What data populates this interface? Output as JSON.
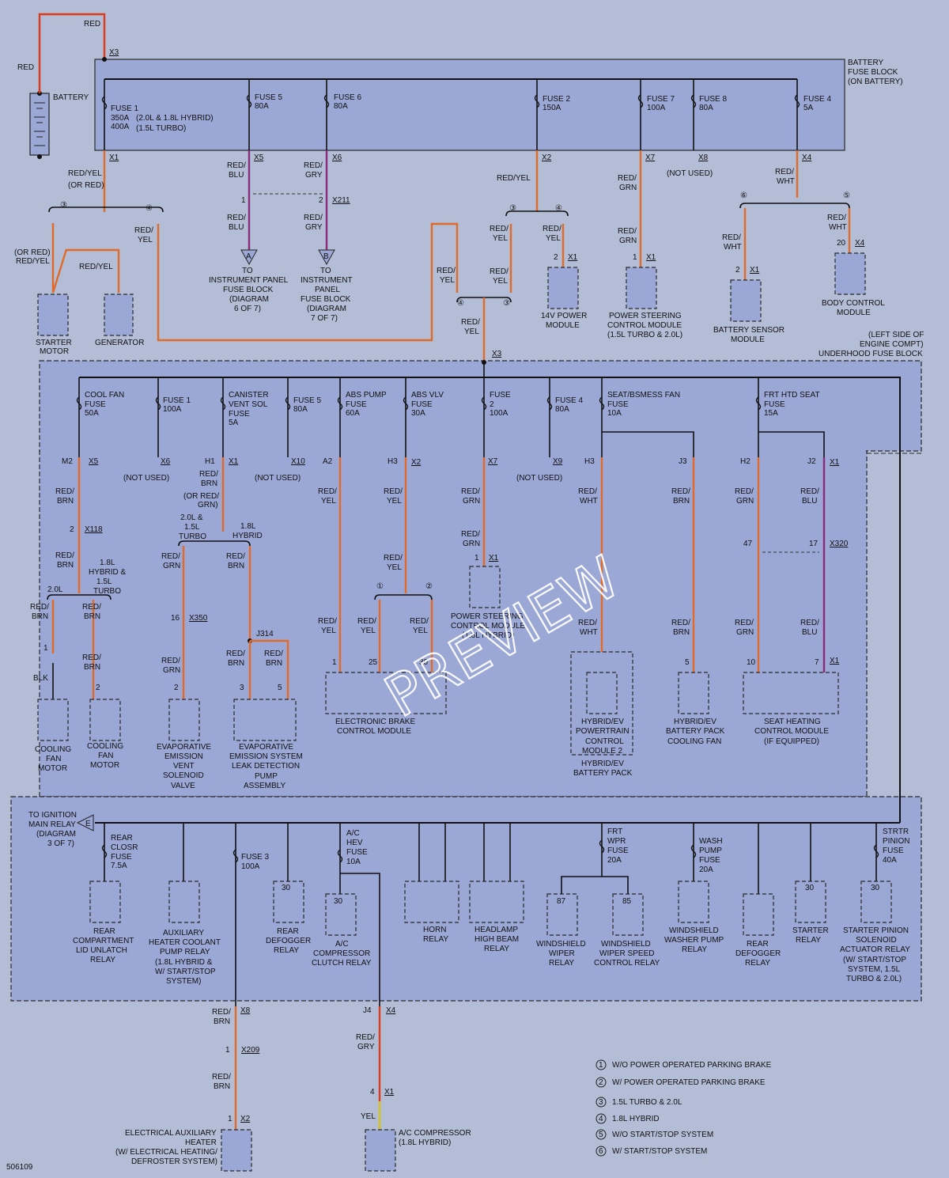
{
  "diagram": {
    "id": "506109",
    "battery_fuse_block": {
      "title": [
        "BATTERY",
        "FUSE BLOCK",
        "(ON BATTERY)"
      ],
      "connector_top": "X3",
      "fuses": [
        {
          "name": "FUSE 1",
          "lines": [
            "350A",
            "400A"
          ],
          "notes": [
            "(2.0L & 1.8L HYBRID)",
            "(1.5L TURBO)"
          ],
          "conn": "X1"
        },
        {
          "name": "FUSE 5",
          "lines": [
            "80A"
          ],
          "conn": "X5"
        },
        {
          "name": "FUSE 6",
          "lines": [
            "80A"
          ],
          "conn": "X6"
        },
        {
          "name": "FUSE 2",
          "lines": [
            "150A"
          ],
          "conn": "X2"
        },
        {
          "name": "FUSE 7",
          "lines": [
            "100A"
          ],
          "conn": "X7"
        },
        {
          "name": "FUSE 8",
          "lines": [
            "80A"
          ],
          "conn": "X8"
        },
        {
          "name": "FUSE 4",
          "lines": [
            "5A"
          ],
          "conn": "X4"
        }
      ]
    },
    "battery_label": "BATTERY",
    "wire_red": "RED",
    "not_used": "(NOT USED)",
    "top_section": {
      "redyel_orred": [
        "RED/YEL",
        "(OR RED)"
      ],
      "orred_redyel": [
        "(OR RED)",
        "RED/YEL"
      ],
      "redyel": [
        "RED/YEL"
      ],
      "red_yel_2line": [
        "RED/",
        "YEL"
      ],
      "red_blu": [
        "RED/",
        "BLU"
      ],
      "red_gry": [
        "RED/",
        "GRY"
      ],
      "red_grn": [
        "RED/",
        "GRN"
      ],
      "red_wht": [
        "RED/",
        "WHT"
      ],
      "starter_motor": [
        "STARTER",
        "MOTOR"
      ],
      "generator": [
        "GENERATOR"
      ],
      "ip_fuse_block_6": [
        "TO",
        "INSTRUMENT PANEL",
        "FUSE BLOCK",
        "(DIAGRAM",
        "6 OF 7)"
      ],
      "ip_fuse_block_7": [
        "TO",
        "INSTRUMENT",
        "PANEL",
        "FUSE BLOCK",
        "(DIAGRAM",
        "7 OF 7)"
      ],
      "arrow_a": "A",
      "arrow_b": "B",
      "x211": "X211",
      "power_module_14v": [
        "14V POWER",
        "MODULE"
      ],
      "power_steering_module": [
        "POWER STEERING",
        "CONTROL MODULE",
        "(1.5L TURBO & 2.0L)"
      ],
      "battery_sensor": [
        "BATTERY SENSOR",
        "MODULE"
      ],
      "body_control": [
        "BODY CONTROL",
        "MODULE"
      ],
      "underhood_title": [
        "(LEFT SIDE OF",
        "ENGINE COMPT)",
        "UNDERHOOD FUSE BLOCK"
      ]
    },
    "underhood_fuses": [
      {
        "lines": [
          "COOL FAN",
          "FUSE",
          "50A"
        ],
        "conn": "X5",
        "pin": "M2"
      },
      {
        "lines": [
          "FUSE 1",
          "100A"
        ],
        "conn": "X6",
        "pin": ""
      },
      {
        "lines": [
          "CANISTER",
          "VENT SOL",
          "FUSE",
          "5A"
        ],
        "conn": "X1",
        "pin": "H1"
      },
      {
        "lines": [
          "FUSE 5",
          "80A"
        ],
        "conn": "X10",
        "pin": ""
      },
      {
        "lines": [
          "ABS PUMP",
          "FUSE",
          "60A"
        ],
        "conn": "",
        "pin": "A2"
      },
      {
        "lines": [
          "ABS VLV",
          "FUSE",
          "30A"
        ],
        "conn": "X2",
        "pin": "H3"
      },
      {
        "lines": [
          "FUSE",
          "2",
          "100A"
        ],
        "conn": "X7",
        "pin": ""
      },
      {
        "lines": [
          "FUSE 4",
          "80A"
        ],
        "conn": "X9",
        "pin": ""
      },
      {
        "lines": [
          "SEAT/BSMESS FAN",
          "FUSE",
          "10A"
        ],
        "conn": "",
        "pin": "H3"
      },
      {
        "lines": [
          "FRT HTD SEAT",
          "FUSE",
          "15A"
        ],
        "conn": "",
        "pin": "H2"
      }
    ],
    "mid_section": {
      "red_brn": [
        "RED/",
        "BRN"
      ],
      "red_brn_orred_grn": [
        "RED/",
        "BRN",
        "(OR RED/",
        "GRN)"
      ],
      "hybrid_turbo": [
        "1.8L",
        "HYBRID &",
        "1.5L",
        "TURBO"
      ],
      "two_l": "2.0L",
      "turbo_15": [
        "2.0L &",
        "1.5L",
        "TURBO"
      ],
      "hybrid_18": [
        "1.8L",
        "HYBRID"
      ],
      "blk": "BLK",
      "x118": "X118",
      "x350": "X350",
      "j314": "J314",
      "j3": "J3",
      "j2": "J2",
      "x320": "X320",
      "cooling_fan_motor": [
        "COOLING",
        "FAN",
        "MOTOR"
      ],
      "evap_vent": [
        "EVAPORATIVE",
        "EMISSION",
        "VENT",
        "SOLENOID",
        "VALVE"
      ],
      "evap_leak": [
        "EVAPORATIVE",
        "EMISSION SYSTEM",
        "LEAK DETECTION",
        "PUMP",
        "ASSEMBLY"
      ],
      "ebcm": [
        "ELECTRONIC BRAKE",
        "CONTROL MODULE"
      ],
      "power_steering_hybrid": [
        "POWER STEERING",
        "CONTROL MODULE",
        "(1.8L HYBRID)"
      ],
      "hybrid_powertrain": [
        "HYBRID/EV",
        "POWERTRAIN",
        "CONTROL",
        "MODULE 2"
      ],
      "hybrid_battery_pack": [
        "HYBRID/EV",
        "BATTERY PACK"
      ],
      "hybrid_cooling_fan": [
        "HYBRID/EV",
        "BATTERY PACK",
        "COOLING FAN"
      ],
      "seat_heating": [
        "SEAT HEATING",
        "CONTROL MODULE",
        "(IF EQUIPPED)"
      ]
    },
    "lower_section": {
      "ignition_relay": [
        "TO IGNITION",
        "MAIN RELAY",
        "(DIAGRAM",
        "3 OF 7)"
      ],
      "arrow_e": "E",
      "rear_closr_fuse": [
        "REAR",
        "CLOSR",
        "FUSE",
        "7.5A"
      ],
      "fuse3": [
        "FUSE 3",
        "100A"
      ],
      "ac_hev_fuse": [
        "A/C",
        "HEV",
        "FUSE",
        "10A"
      ],
      "frt_wpr_fuse": [
        "FRT",
        "WPR",
        "FUSE",
        "20A"
      ],
      "wash_pump_fuse": [
        "WASH",
        "PUMP",
        "FUSE",
        "20A"
      ],
      "strtr_pinion_fuse": [
        "STRTR",
        "PINION",
        "FUSE",
        "40A"
      ],
      "relays": [
        {
          "pin": "",
          "lines": [
            "REAR",
            "COMPARTMENT",
            "LID UNLATCH",
            "RELAY"
          ]
        },
        {
          "pin": "",
          "lines": [
            "AUXILIARY",
            "HEATER COOLANT",
            "PUMP RELAY",
            "(1.8L HYBRID &",
            "W/ START/STOP",
            "SYSTEM)"
          ]
        },
        {
          "pin": "30",
          "lines": [
            "REAR",
            "DEFOGGER",
            "RELAY"
          ]
        },
        {
          "pin": "30",
          "lines": [
            "A/C",
            "COMPRESSOR",
            "CLUTCH RELAY"
          ]
        },
        {
          "pin": "",
          "lines": [
            "HORN",
            "RELAY"
          ]
        },
        {
          "pin": "",
          "lines": [
            "HEADLAMP",
            "HIGH BEAM",
            "RELAY"
          ]
        },
        {
          "pin": "87",
          "lines": [
            "WINDSHIELD",
            "WIPER",
            "RELAY"
          ]
        },
        {
          "pin": "85",
          "lines": [
            "WINDSHIELD",
            "WIPER SPEED",
            "CONTROL RELAY"
          ]
        },
        {
          "pin": "",
          "lines": [
            "WINDSHIELD",
            "WASHER PUMP",
            "RELAY"
          ]
        },
        {
          "pin": "",
          "lines": [
            "REAR",
            "DEFOGGER",
            "RELAY"
          ]
        },
        {
          "pin": "30",
          "lines": [
            "STARTER",
            "RELAY"
          ]
        },
        {
          "pin": "30",
          "lines": [
            "STARTER PINION",
            "SOLENOID",
            "ACTUATOR RELAY",
            "(W/ START/STOP",
            "SYSTEM, 1.5L",
            "TURBO & 2.0L)"
          ]
        }
      ],
      "x8": "X8",
      "x209": "X209",
      "x2": "X2",
      "j4": "J4",
      "x4": "X4",
      "x1": "X1",
      "red_gry": [
        "RED/",
        "GRY"
      ],
      "yel": "YEL",
      "aux_heater": [
        "ELECTRICAL AUXILIARY",
        "HEATER",
        "(W/ ELECTRICAL HEATING/",
        "DEFROSTER SYSTEM)"
      ],
      "ac_compressor": [
        "A/C COMPRESSOR",
        "(1.8L HYBRID)"
      ]
    },
    "legend": [
      {
        "num": "1",
        "text": "W/O POWER OPERATED PARKING BRAKE"
      },
      {
        "num": "2",
        "text": "W/ POWER OPERATED PARKING BRAKE"
      },
      {
        "num": "3",
        "text": "1.5L TURBO & 2.0L"
      },
      {
        "num": "4",
        "text": "1.8L HYBRID"
      },
      {
        "num": "5",
        "text": "W/O START/STOP SYSTEM"
      },
      {
        "num": "6",
        "text": "W/ START/STOP SYSTEM"
      }
    ],
    "watermark": "PREVIEW"
  }
}
